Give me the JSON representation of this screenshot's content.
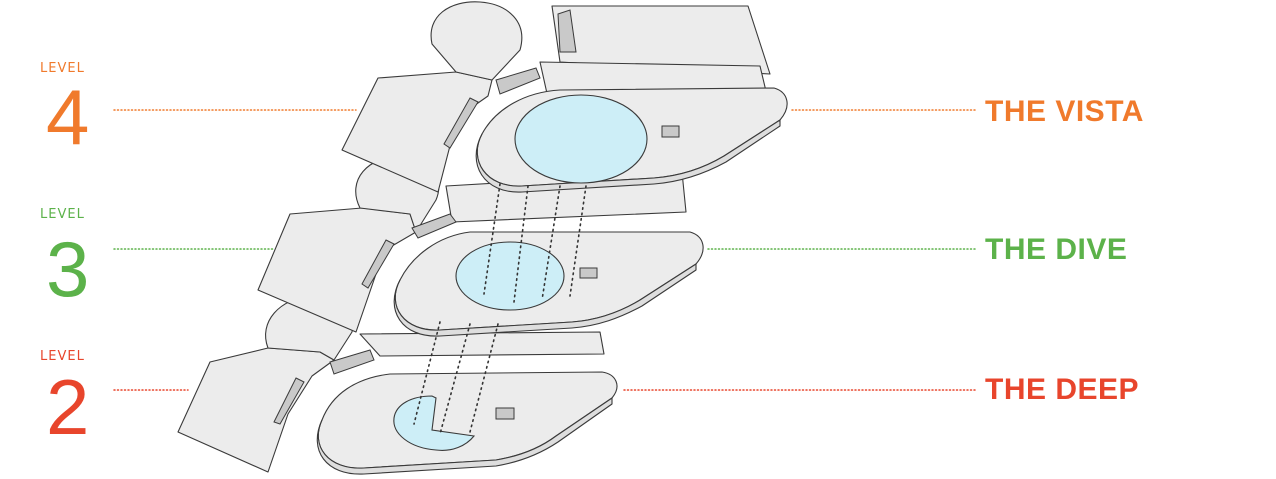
{
  "colors": {
    "level4": "#f07a2c",
    "level3": "#5cb24a",
    "level2": "#e8452c",
    "pool": "#cdeef7",
    "slab": "#ececec"
  },
  "levels": [
    {
      "word": "LEVEL",
      "number": "4",
      "name": "THE VISTA"
    },
    {
      "word": "LEVEL",
      "number": "3",
      "name": "THE DIVE"
    },
    {
      "word": "LEVEL",
      "number": "2",
      "name": "THE DEEP"
    }
  ]
}
